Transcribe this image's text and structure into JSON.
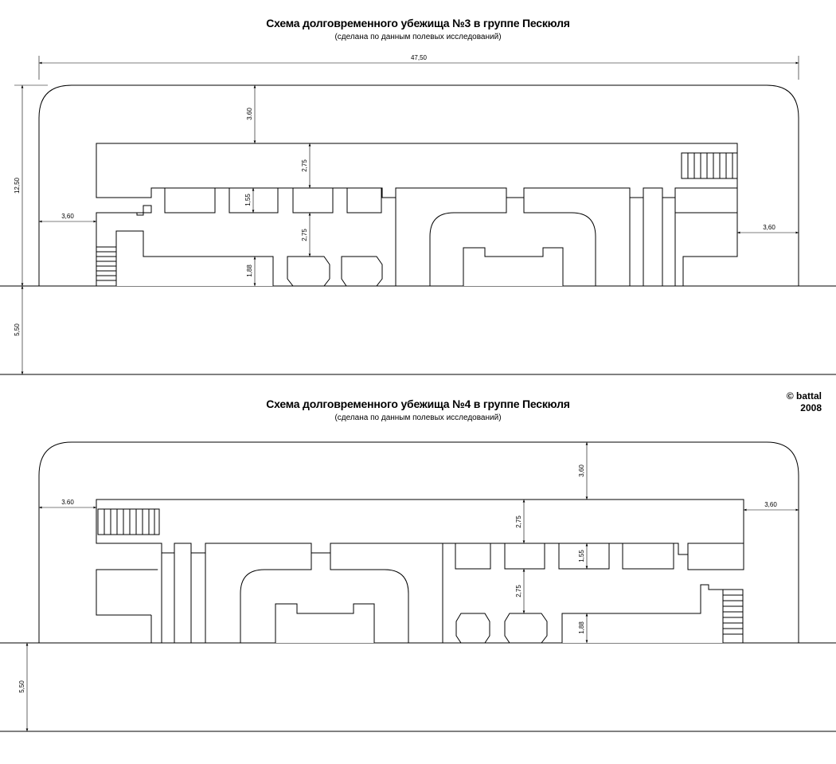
{
  "shelter3": {
    "title": "Схема долговременного убежища №3 в группе Пескюля",
    "subtitle": "(сделана по данным полевых исследований)",
    "dims": {
      "total_length": "47,50",
      "height": "12,50",
      "left_offset": "3,60",
      "right_offset": "3,60",
      "top_offset": "3.60",
      "corridor": "2,75",
      "room": "1,55",
      "lower_corridor": "2,75",
      "cell": "1,88",
      "below_ground": "5,50"
    }
  },
  "shelter4": {
    "title": "Схема долговременного убежища №4 в группе Пескюля",
    "subtitle": "(сделана по данным полевых исследований)",
    "dims": {
      "left_offset": "3.60",
      "right_offset": "3,60",
      "top_offset": "3,60",
      "corridor": "2,75",
      "room": "1,55",
      "lower_corridor": "2,75",
      "cell": "1,88",
      "below_ground": "5,50"
    }
  },
  "copyright": {
    "line1": "© battal",
    "line2": "2008"
  }
}
